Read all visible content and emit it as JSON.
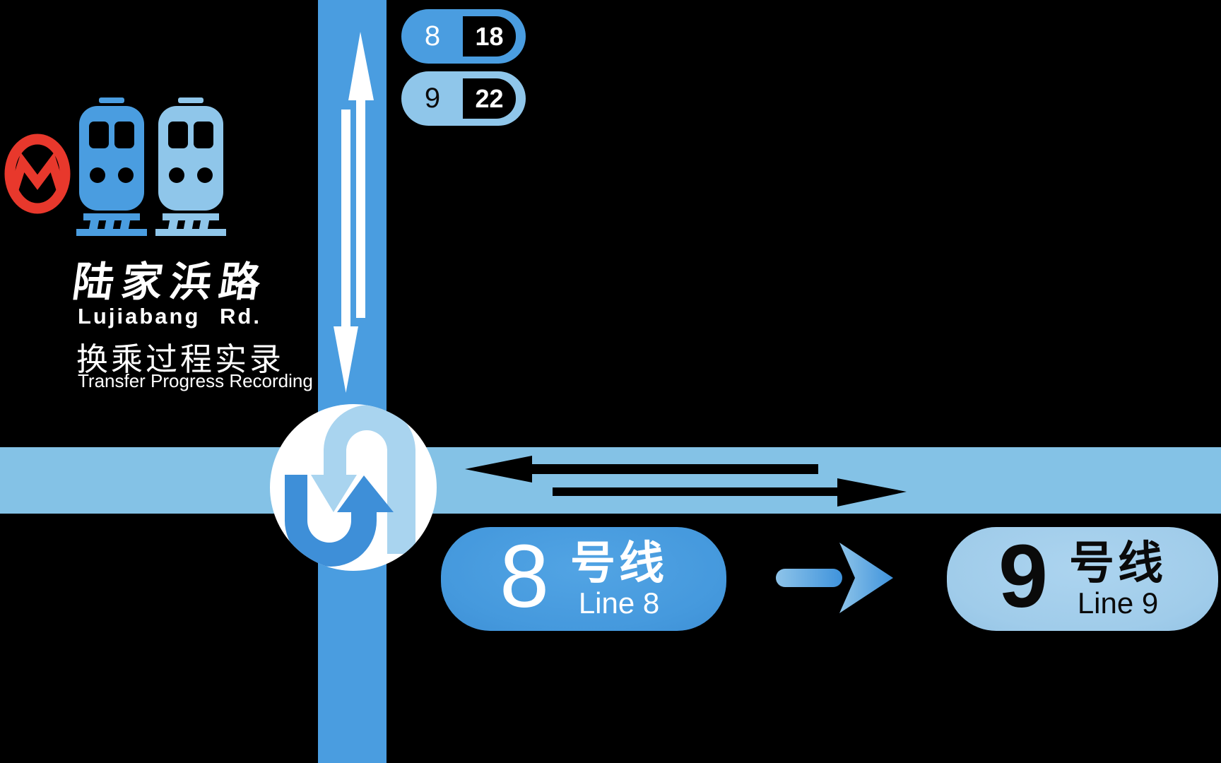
{
  "station": {
    "name_cn": "陆家浜路",
    "name_en": "Lujiabang Rd.",
    "subtitle_cn": "换乘过程实录",
    "subtitle_en": "Transfer Progress Recording"
  },
  "header_pills": [
    {
      "line_number": "8",
      "value": "18"
    },
    {
      "line_number": "9",
      "value": "22"
    }
  ],
  "transfer_badges": {
    "from_line": {
      "number": "8",
      "suffix_cn": "号线",
      "label_en": "Line 8"
    },
    "to_line": {
      "number": "9",
      "suffix_cn": "号线",
      "label_en": "Line 9"
    }
  },
  "icons": {
    "metro_logo": "shanghai-metro-logo",
    "train_line8": "train-front-icon-blue",
    "train_line9": "train-front-icon-lightblue",
    "vertical_arrow": "two-way-vertical-arrow",
    "horizontal_arrows": "two-way-horizontal-arrows",
    "transfer_symbol": "interlocked-u-turn-arrows",
    "direction_arrow": "right-arrow"
  },
  "colors": {
    "background": "#000000",
    "line8_blue": "#4A9DE0",
    "line9_light_blue": "#8FC6EA",
    "horizontal_band": "#84C2E6",
    "badge9_fill": "#A0CCEA",
    "uturn_light": "#A9D4EF",
    "uturn_dark": "#3E8FD8",
    "metro_logo_red": "#E8382C",
    "band_arrow_white": "#FFFFFF",
    "band_arrow_black": "#000000"
  }
}
